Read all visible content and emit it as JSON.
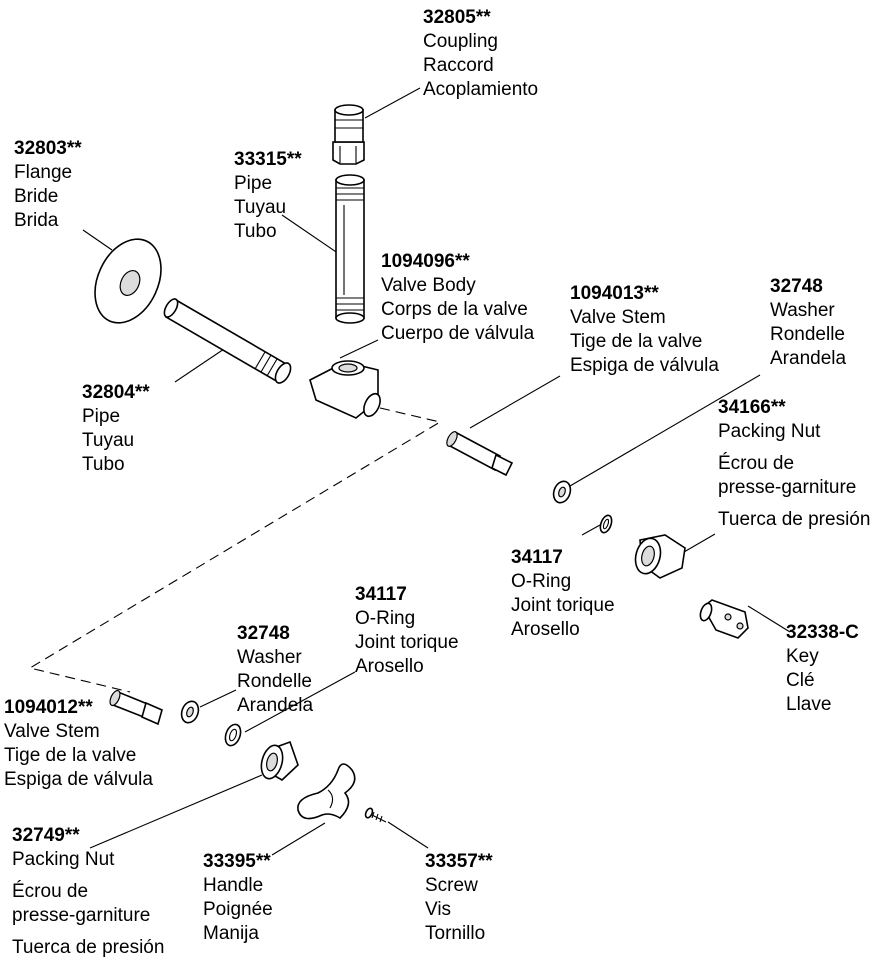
{
  "parts": [
    {
      "id": "coupling",
      "number": "32805**",
      "names": [
        "Coupling",
        "Raccord",
        "Acoplamiento"
      ]
    },
    {
      "id": "flange",
      "number": "32803**",
      "names": [
        "Flange",
        "Bride",
        "Brida"
      ]
    },
    {
      "id": "pipe-vertical",
      "number": "33315**",
      "names": [
        "Pipe",
        "Tuyau",
        "Tubo"
      ]
    },
    {
      "id": "valve-body",
      "number": "1094096**",
      "names": [
        "Valve Body",
        "Corps de la valve",
        "Cuerpo de válvula"
      ]
    },
    {
      "id": "valve-stem-right",
      "number": "1094013**",
      "names": [
        "Valve Stem",
        "Tige de la valve",
        "Espiga de válvula"
      ]
    },
    {
      "id": "washer-right",
      "number": "32748",
      "names": [
        "Washer",
        "Rondelle",
        "Arandela"
      ]
    },
    {
      "id": "pipe-horizontal",
      "number": "32804**",
      "names": [
        "Pipe",
        "Tuyau",
        "Tubo"
      ]
    },
    {
      "id": "packing-nut-right",
      "number": "34166**",
      "names": [
        "Packing Nut",
        "Écrou de",
        "presse-garniture",
        "Tuerca de presión"
      ]
    },
    {
      "id": "oring-right",
      "number": "34117",
      "names": [
        "O-Ring",
        "Joint torique",
        "Arosello"
      ]
    },
    {
      "id": "key",
      "number": "32338-C",
      "names": [
        "Key",
        "Clé",
        "Llave"
      ]
    },
    {
      "id": "washer-left",
      "number": "32748",
      "names": [
        "Washer",
        "Rondelle",
        "Arandela"
      ]
    },
    {
      "id": "oring-left",
      "number": "34117",
      "names": [
        "O-Ring",
        "Joint torique",
        "Arosello"
      ]
    },
    {
      "id": "valve-stem-left",
      "number": "1094012**",
      "names": [
        "Valve Stem",
        "Tige de la valve",
        "Espiga de válvula"
      ]
    },
    {
      "id": "packing-nut-left",
      "number": "32749**",
      "names": [
        "Packing Nut",
        "Écrou de",
        "presse-garniture",
        "Tuerca de presión"
      ]
    },
    {
      "id": "handle",
      "number": "33395**",
      "names": [
        "Handle",
        "Poignée",
        "Manija"
      ]
    },
    {
      "id": "screw",
      "number": "33357**",
      "names": [
        "Screw",
        "Vis",
        "Tornillo"
      ]
    }
  ]
}
